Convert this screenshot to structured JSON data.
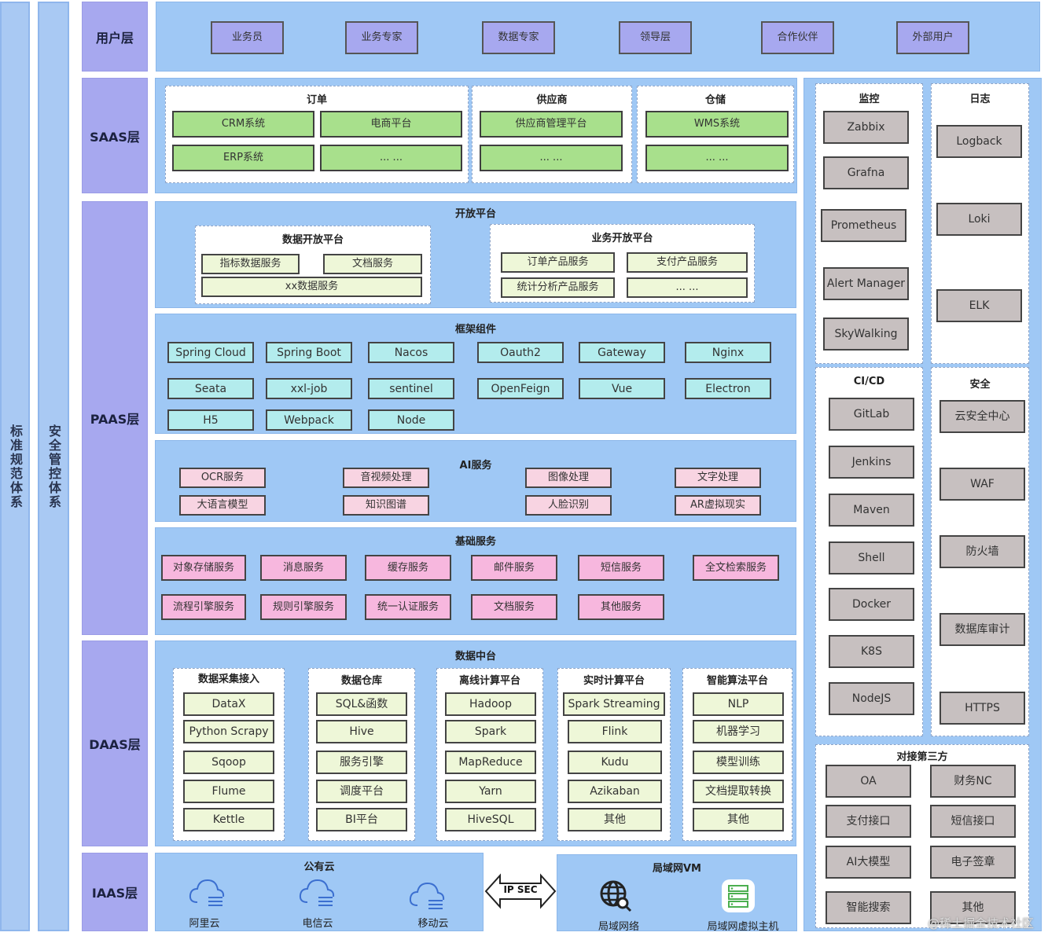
{
  "side": {
    "left": "标准规范体系",
    "right": "安全管控体系"
  },
  "layers": {
    "user": "用户层",
    "saas": "SAAS层",
    "paas": "PAAS层",
    "daas": "DAAS层",
    "iaas": "IAAS层"
  },
  "users": [
    "业务员",
    "业务专家",
    "数据专家",
    "领导层",
    "合作伙伴",
    "外部用户"
  ],
  "saas": {
    "order": {
      "title": "订单",
      "items": [
        "CRM系统",
        "电商平台",
        "ERP系统",
        "... ..."
      ]
    },
    "supplier": {
      "title": "供应商",
      "items": [
        "供应商管理平台",
        "... ..."
      ]
    },
    "warehouse": {
      "title": "仓储",
      "items": [
        "WMS系统",
        "... ..."
      ]
    }
  },
  "open_platform": {
    "title": "开放平台",
    "data": {
      "title": "数据开放平台",
      "items": [
        "指标数据服务",
        "文档服务",
        "xx数据服务"
      ]
    },
    "biz": {
      "title": "业务开放平台",
      "items": [
        "订单产品服务",
        "支付产品服务",
        "统计分析产品服务",
        "... ..."
      ]
    }
  },
  "framework": {
    "title": "框架组件",
    "items": [
      "Spring Cloud",
      "Spring Boot",
      "Nacos",
      "Oauth2",
      "Gateway",
      "Nginx",
      "Seata",
      "xxl-job",
      "sentinel",
      "OpenFeign",
      "Vue",
      "Electron",
      "H5",
      "Webpack",
      "Node"
    ]
  },
  "ai": {
    "title": "AI服务",
    "items": [
      "OCR服务",
      "音视频处理",
      "图像处理",
      "文字处理",
      "大语言模型",
      "知识图谱",
      "人脸识别",
      "AR虚拟现实"
    ]
  },
  "basic": {
    "title": "基础服务",
    "items": [
      "对象存储服务",
      "消息服务",
      "缓存服务",
      "邮件服务",
      "短信服务",
      "全文检索服务",
      "流程引擎服务",
      "规则引擎服务",
      "统一认证服务",
      "文档服务",
      "其他服务"
    ]
  },
  "data_center": {
    "title": "数据中台",
    "groups": [
      {
        "title": "数据采集接入",
        "items": [
          "DataX",
          "Python Scrapy",
          "Sqoop",
          "Flume",
          "Kettle"
        ]
      },
      {
        "title": "数据仓库",
        "items": [
          "SQL&函数",
          "Hive",
          "服务引擎",
          "调度平台",
          "BI平台"
        ]
      },
      {
        "title": "离线计算平台",
        "items": [
          "Hadoop",
          "Spark",
          "MapReduce",
          "Yarn",
          "HiveSQL"
        ]
      },
      {
        "title": "实时计算平台",
        "items": [
          "Spark Streaming",
          "Flink",
          "Kudu",
          "Azikaban",
          "其他"
        ]
      },
      {
        "title": "智能算法平台",
        "items": [
          "NLP",
          "机器学习",
          "模型训练",
          "文档提取转换",
          "其他"
        ]
      }
    ]
  },
  "iaas": {
    "public": {
      "title": "公有云",
      "items": [
        "阿里云",
        "电信云",
        "移动云"
      ]
    },
    "ipsec": "IP SEC",
    "lan": {
      "title": "局域网VM",
      "items": [
        "局域网络",
        "局域网虚拟主机"
      ]
    }
  },
  "monitor": {
    "title": "监控",
    "items": [
      "Zabbix",
      "Grafna",
      "Prometheus",
      "Alert Manager",
      "SkyWalking"
    ]
  },
  "log": {
    "title": "日志",
    "items": [
      "Logback",
      "Loki",
      "ELK"
    ]
  },
  "cicd": {
    "title": "CI/CD",
    "items": [
      "GitLab",
      "Jenkins",
      "Maven",
      "Shell",
      "Docker",
      "K8S",
      "NodeJS"
    ]
  },
  "security": {
    "title": "安全",
    "items": [
      "云安全中心",
      "WAF",
      "防火墙",
      "数据库审计",
      "HTTPS"
    ]
  },
  "third": {
    "title": "对接第三方",
    "items": [
      "OA",
      "财务NC",
      "支付接口",
      "短信接口",
      "AI大模型",
      "电子签章",
      "智能搜索",
      "其他"
    ]
  },
  "watermark": "@稀土掘金技术社区",
  "colors": {
    "panel": "#9fc8f5",
    "layer": "#a7a8ef",
    "green": "#a8e08c",
    "cyan": "#b3eced",
    "pink": "#f8d4e2",
    "gray": "#c7c0c0"
  }
}
